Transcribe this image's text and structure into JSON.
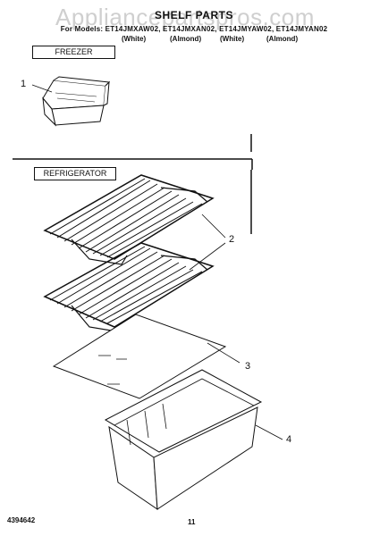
{
  "watermark": "Appliancepartspros.com",
  "header": {
    "title": "SHELF PARTS",
    "models": "For Models: ET14JMXAW02, ET14JMXAN02, ET14JMYAW02, ET14JMYAN02",
    "colors": [
      "(White)",
      "(Almond)",
      "(White)",
      "(Almond)"
    ]
  },
  "sections": {
    "freezer": "FREEZER",
    "refrigerator": "REFRIGERATOR"
  },
  "callouts": [
    "1",
    "2",
    "3",
    "4"
  ],
  "footer": {
    "doc_number": "4394642",
    "page": "11"
  }
}
